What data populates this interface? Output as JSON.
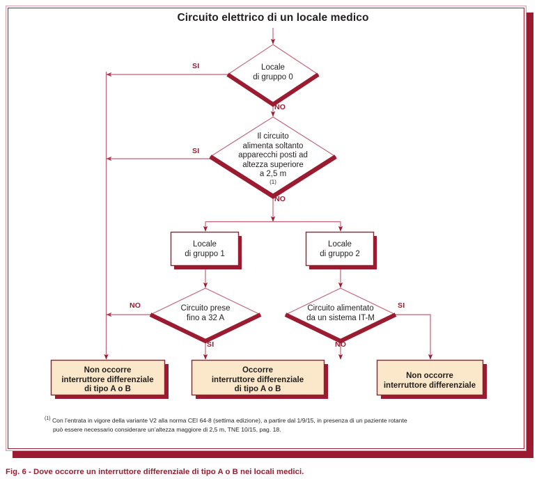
{
  "figure": {
    "title": "Circuito elettrico di un locale medico",
    "caption": "Fig. 6 - Dove occorre un interruttore differenziale di tipo A o B nei locali medici.",
    "accent_color": "#9B1B30",
    "box_fill_color": "#FBE7C9",
    "text_color": "#231f20"
  },
  "footnote": {
    "marker": "(1)",
    "line1": "Con l’entrata in vigore della variante V2 alla norma CEI 64-8 (settima edizione), a partire dal 1/9/15, in presenza di un paziente rotante",
    "line2": "può essere necessario considerare un’altezza maggiore di 2,5 m, TNE 10/15, pag. 18."
  },
  "labels": {
    "si": "SI",
    "no": "NO"
  },
  "nodes": {
    "d1": {
      "line1": "Locale",
      "line2": "di gruppo 0"
    },
    "d2": {
      "line1": "Il circuito",
      "line2": "alimenta soltanto",
      "line3": "apparecchi posti ad",
      "line4": "altezza superiore",
      "line5": "a 2,5 m",
      "footnote_ref": "(1)"
    },
    "b1": {
      "line1": "Locale",
      "line2": "di gruppo 1"
    },
    "b2": {
      "line1": "Locale",
      "line2": "di gruppo 2"
    },
    "d3": {
      "line1": "Circuito prese",
      "line2": "fino a 32 A"
    },
    "d4": {
      "line1": "Circuito alimentato",
      "line2": "da un sistema IT-M"
    },
    "r1": {
      "line1": "Non occorre",
      "line2": "interruttore differenziale",
      "line3": "di tipo A o B"
    },
    "r2": {
      "line1": "Occorre",
      "line2": "interruttore differenziale",
      "line3": "di tipo A o B"
    },
    "r3": {
      "line1": "Non occorre",
      "line2": "interruttore differenziale"
    }
  },
  "chart_data": {
    "type": "diagram",
    "title": "Circuito elettrico di un locale medico",
    "diagram_kind": "flowchart",
    "nodes": [
      {
        "id": "start",
        "kind": "entry",
        "label": "Circuito elettrico di un locale medico"
      },
      {
        "id": "d1",
        "kind": "decision",
        "label": "Locale di gruppo 0"
      },
      {
        "id": "d2",
        "kind": "decision",
        "label": "Il circuito alimenta soltanto apparecchi posti ad altezza superiore a 2,5 m (1)"
      },
      {
        "id": "b1",
        "kind": "process",
        "label": "Locale di gruppo 1"
      },
      {
        "id": "b2",
        "kind": "process",
        "label": "Locale di gruppo 2"
      },
      {
        "id": "d3",
        "kind": "decision",
        "label": "Circuito prese fino a 32 A"
      },
      {
        "id": "d4",
        "kind": "decision",
        "label": "Circuito alimentato da un sistema IT-M"
      },
      {
        "id": "r1",
        "kind": "terminal",
        "label": "Non occorre interruttore differenziale di tipo A o B"
      },
      {
        "id": "r2",
        "kind": "terminal",
        "label": "Occorre interruttore differenziale di tipo A o B"
      },
      {
        "id": "r3",
        "kind": "terminal",
        "label": "Non occorre interruttore differenziale"
      }
    ],
    "edges": [
      {
        "from": "start",
        "to": "d1",
        "label": ""
      },
      {
        "from": "d1",
        "to": "r1",
        "label": "SI"
      },
      {
        "from": "d1",
        "to": "d2",
        "label": "NO"
      },
      {
        "from": "d2",
        "to": "r1",
        "label": "SI"
      },
      {
        "from": "d2",
        "to": "b1",
        "label": "NO"
      },
      {
        "from": "d2",
        "to": "b2",
        "label": "NO"
      },
      {
        "from": "b1",
        "to": "d3",
        "label": ""
      },
      {
        "from": "b2",
        "to": "d4",
        "label": ""
      },
      {
        "from": "d3",
        "to": "r1",
        "label": "NO"
      },
      {
        "from": "d3",
        "to": "r2",
        "label": "SI"
      },
      {
        "from": "d4",
        "to": "r2",
        "label": "NO"
      },
      {
        "from": "d4",
        "to": "r3",
        "label": "SI"
      }
    ]
  }
}
